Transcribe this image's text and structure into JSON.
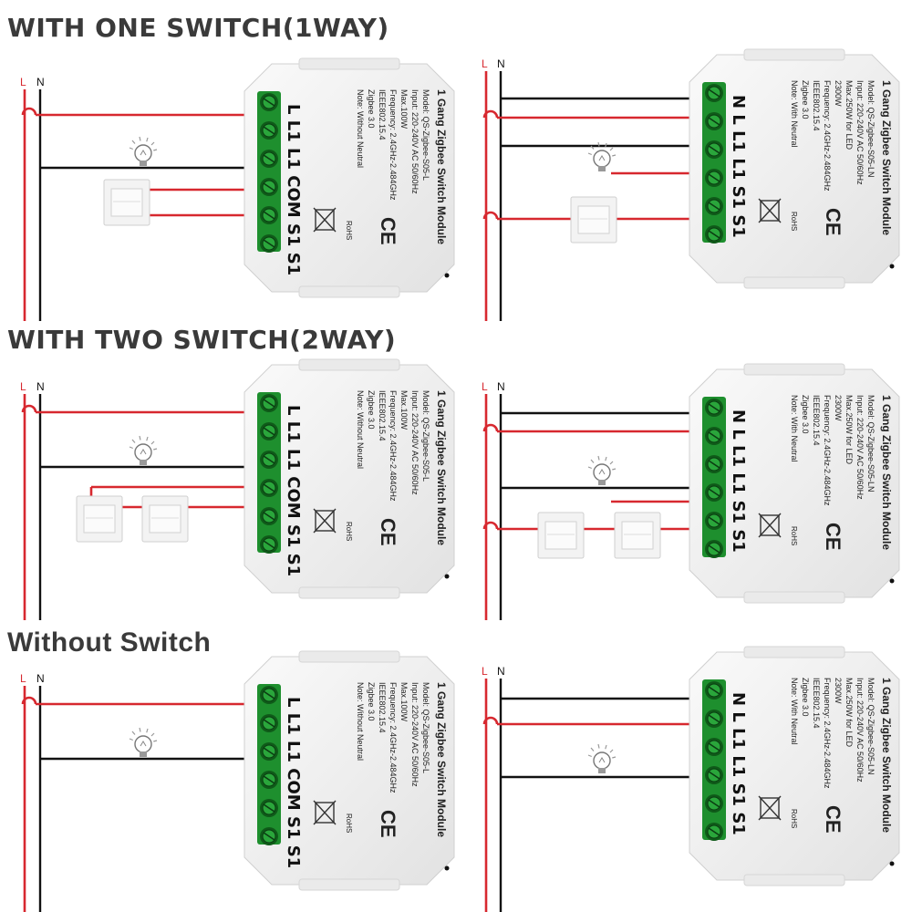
{
  "sections": [
    {
      "title": "WITH ONE SWITCH(1WAY)"
    },
    {
      "title": "WITH TWO SWITCH(2WAY)"
    },
    {
      "title": "Without Switch"
    }
  ],
  "line_labels": {
    "live": "L",
    "neutral": "N"
  },
  "colors": {
    "live_wire": "#d7282f",
    "neutral_wire": "#111111",
    "terminal_block": "#1e8f2e",
    "module_body": "#f1f1f1"
  },
  "module_L": {
    "title": "1 Gang Zigbee Switch Module",
    "lines": [
      "Model: QS-Zigbee-S05-L",
      "Input: 220-240V AC 50/60Hz",
      "Max.100W",
      "Frequency: 2.4GHz-2.484GHz",
      "IEEE802.15.4",
      "Zigbee 3.0",
      "Note: Without Neutral"
    ],
    "terminals": [
      "L",
      "L1",
      "L1",
      "COM",
      "S1",
      "S1"
    ],
    "marks": {
      "ce": "CE",
      "rohs": "RoHS"
    }
  },
  "module_LN": {
    "title": "1 Gang Zigbee Switch Module",
    "lines": [
      "Model: QS-Zigbee-S05-LN",
      "Input: 220-240V AC 50/60Hz",
      "Max.250W for LED",
      "2300W",
      "Frequency: 2.4GHz-2.484GHz",
      "IEEE802.15.4",
      "Zigbee 3.0",
      "Note: With Neutral"
    ],
    "terminals": [
      "N",
      "L",
      "L1",
      "L1",
      "S1",
      "S1"
    ],
    "marks": {
      "ce": "CE",
      "rohs": "RoHS"
    }
  },
  "icons": [
    "light-bulb-icon",
    "wall-switch-icon",
    "screw-terminal-icon",
    "weee-bin-icon",
    "ce-mark-icon"
  ]
}
